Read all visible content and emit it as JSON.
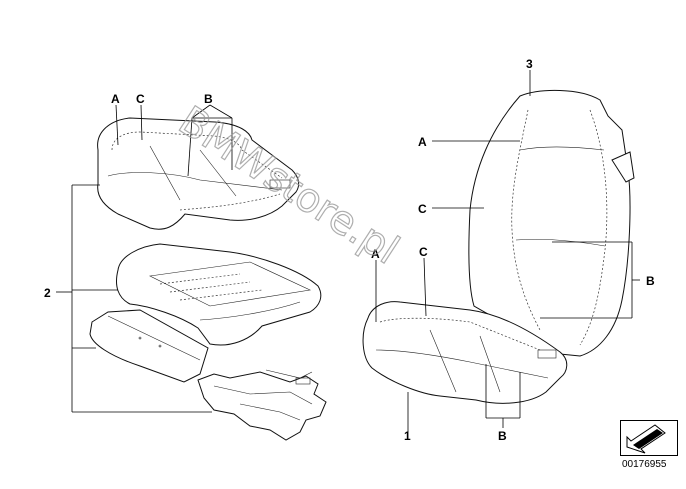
{
  "callouts": {
    "A": "A",
    "B": "B",
    "C": "C",
    "n1": "1",
    "n2": "2",
    "n3": "3"
  },
  "watermark": "BMWstore.pl",
  "reference_number": "00176955"
}
